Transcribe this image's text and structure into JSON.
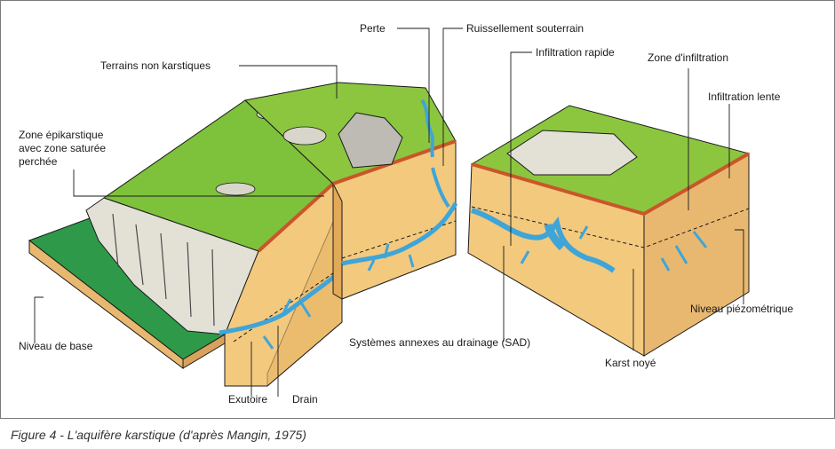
{
  "labels": {
    "perte": "Perte",
    "ruissellement": "Ruissellement souterrain",
    "infiltration_rapide": "Infiltration rapide",
    "zone_infiltration": "Zone d'infiltration",
    "infiltration_lente": "Infiltration lente",
    "terrains_non_karstiques": "Terrains non karstiques",
    "zone_epikarstique_1": "Zone épikarstique",
    "zone_epikarstique_2": "avec zone saturée",
    "zone_epikarstique_3": "perchée",
    "niveau_base": "Niveau de base",
    "exutoire": "Exutoire",
    "drain": "Drain",
    "sad": "Systèmes annexes au drainage (SAD)",
    "karst_noye": "Karst noyé",
    "niveau_piezometrique": "Niveau piézométrique"
  },
  "caption": "Figure 4 - L'aquifère karstique (d'après Mangin, 1975)",
  "colors": {
    "grass": "#7ec13b",
    "grass_light": "#c9dd4f",
    "rock": "#f3c97e",
    "rock_dark": "#e2a958",
    "water": "#3fa5d8",
    "cliff": "#d9d6cc",
    "base_green": "#2e9a49"
  }
}
